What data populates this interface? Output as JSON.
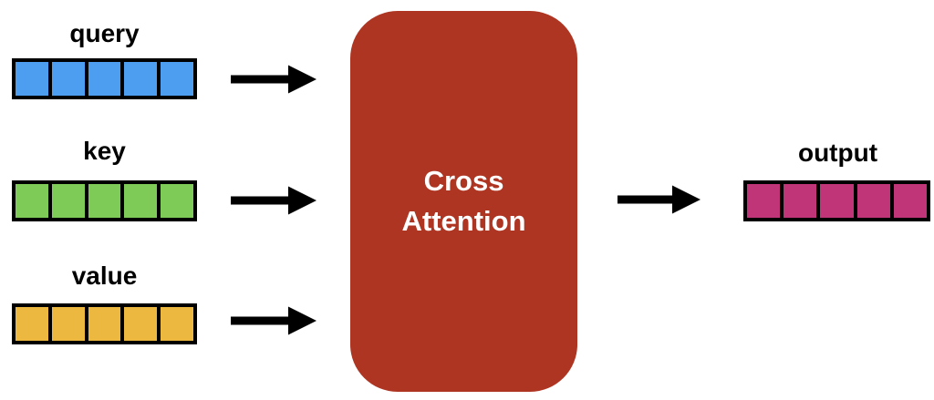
{
  "diagram": {
    "inputs": [
      {
        "label": "query",
        "cells": 5,
        "color": "#4D9EF0"
      },
      {
        "label": "key",
        "cells": 5,
        "color": "#7ECB58"
      },
      {
        "label": "value",
        "cells": 5,
        "color": "#EDB83F"
      }
    ],
    "process": {
      "label": "Cross\nAttention",
      "color": "#AF3523",
      "text_color": "#FFFFFF"
    },
    "output": {
      "label": "output",
      "cells": 5,
      "color": "#C03578"
    },
    "arrow_color": "#000000",
    "vector_border_color": "#000000"
  }
}
